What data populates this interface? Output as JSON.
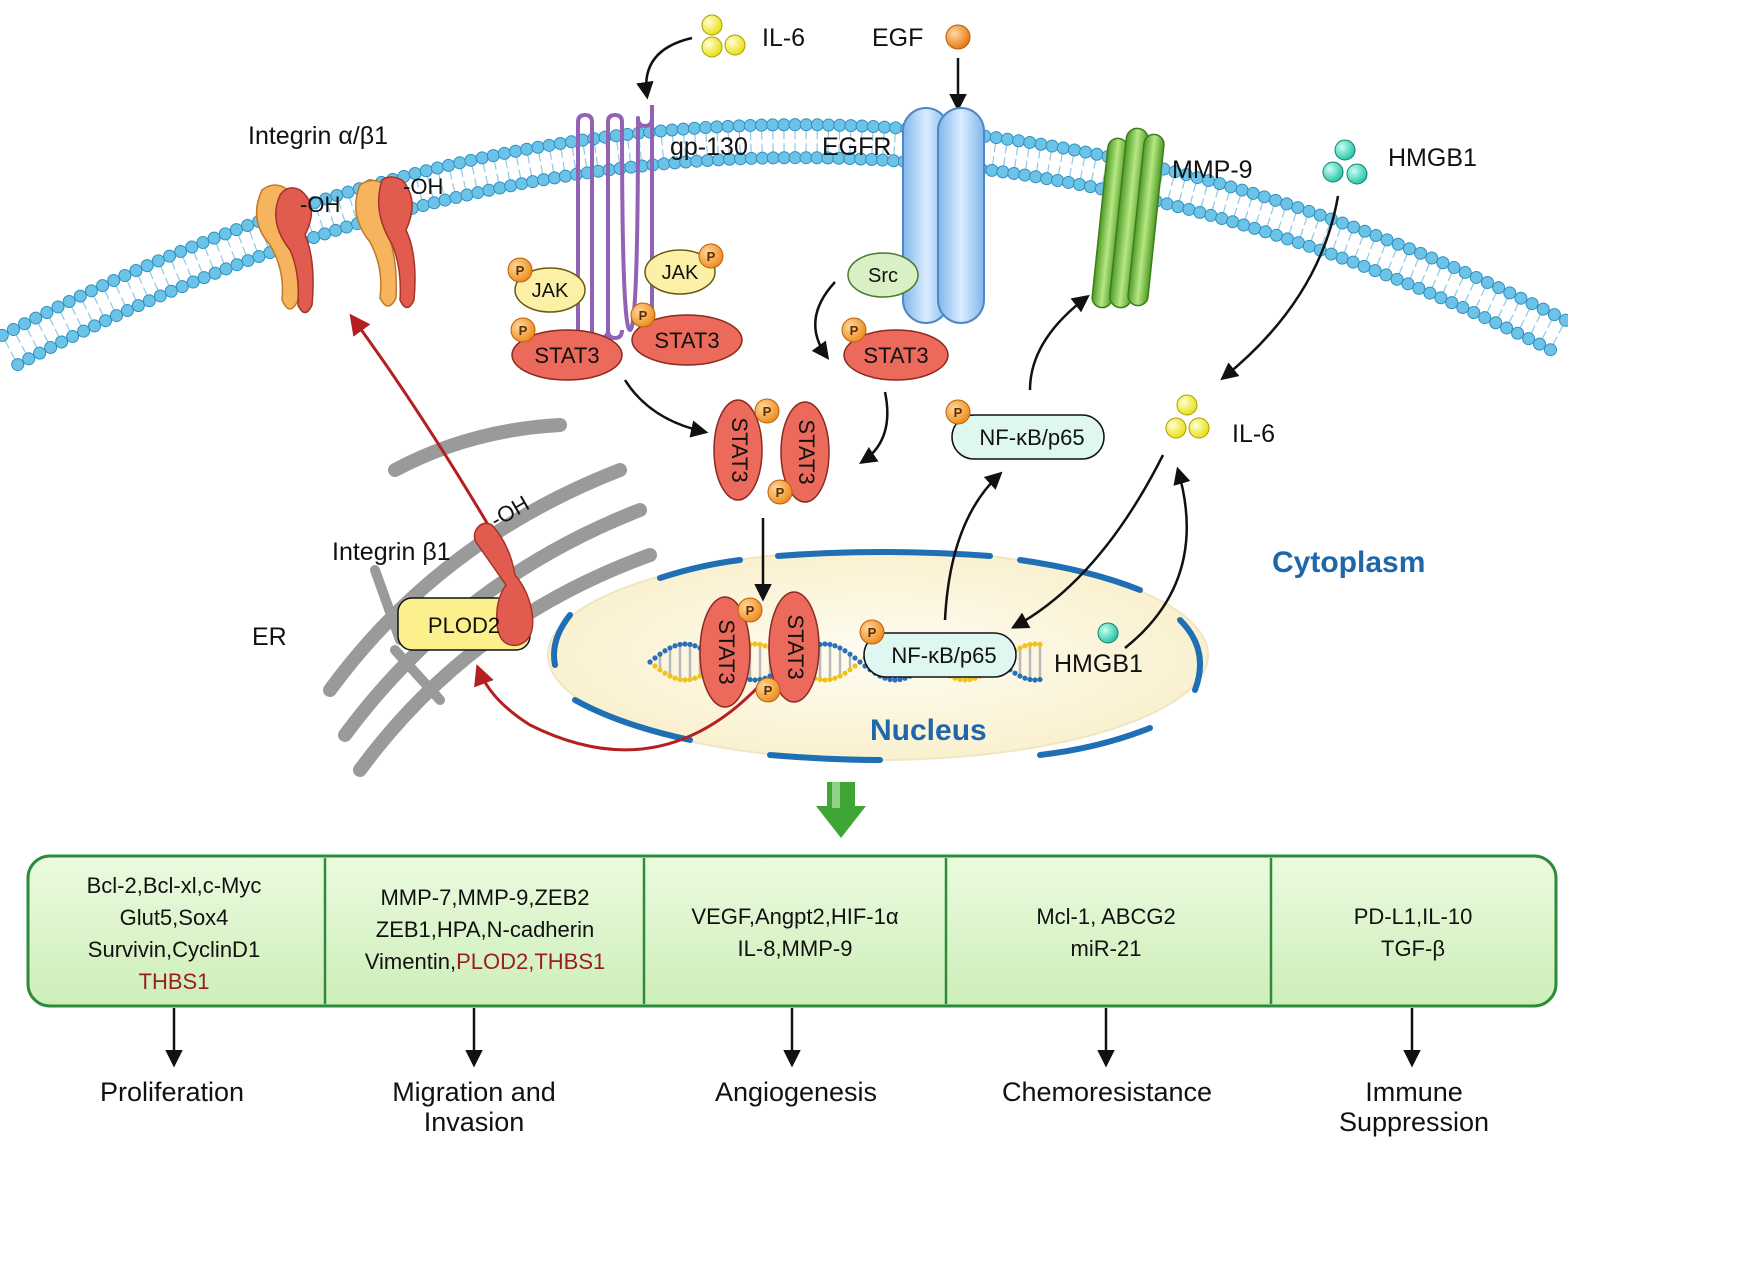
{
  "ligands": {
    "il6_top": "IL-6",
    "egf": "EGF",
    "hmgb1_top": "HMGB1",
    "il6_cyto": "IL-6",
    "hmgb1_nuc": "HMGB1"
  },
  "receptors": {
    "integrin_ab1": "Integrin α/β1",
    "oh1": "-OH",
    "oh2": "-OH",
    "oh3": "-OH",
    "gp130": "gp-130",
    "egfr": "EGFR",
    "mmp9": "MMP-9"
  },
  "signaling": {
    "jak": "JAK",
    "stat3": "STAT3",
    "src": "Src",
    "nfkb": "NF-κB/p65",
    "p": "P"
  },
  "organelles": {
    "er": "ER",
    "integrin_b1": "Integrin β1",
    "plod2": "PLOD2",
    "cytoplasm": "Cytoplasm",
    "nucleus": "Nucleus"
  },
  "gene_table": [
    {
      "lines": [
        {
          "text": "Bcl-2,Bcl-xl,c-Myc",
          "parts": []
        },
        {
          "text": "Glut5,Sox4",
          "parts": []
        },
        {
          "text": "Survivin,CyclinD1",
          "parts": []
        },
        {
          "text": "",
          "parts": [
            {
              "text": "THBS1",
              "red": true
            }
          ]
        }
      ],
      "outcome": [
        "Proliferation"
      ]
    },
    {
      "lines": [
        {
          "text": "MMP-7,MMP-9,ZEB2",
          "parts": []
        },
        {
          "text": "ZEB1,HPA,N-cadherin",
          "parts": []
        },
        {
          "text": "",
          "parts": [
            {
              "text": "Vimentin,",
              "red": false
            },
            {
              "text": "PLOD2,THBS1",
              "red": true
            }
          ]
        }
      ],
      "outcome": [
        "Migration and",
        "Invasion"
      ]
    },
    {
      "lines": [
        {
          "text": "VEGF,Angpt2,HIF-1α",
          "parts": []
        },
        {
          "text": "IL-8,MMP-9",
          "parts": []
        }
      ],
      "outcome": [
        "Angiogenesis"
      ]
    },
    {
      "lines": [
        {
          "text": "Mcl-1, ABCG2",
          "parts": []
        },
        {
          "text": "miR-21",
          "parts": []
        }
      ],
      "outcome": [
        "Chemoresistance"
      ]
    },
    {
      "lines": [
        {
          "text": "PD-L1,IL-10",
          "parts": []
        },
        {
          "text": "TGF-β",
          "parts": []
        }
      ],
      "outcome": [
        "Immune",
        "Suppression"
      ]
    }
  ],
  "colors": {
    "membrane": "#6cc3e8",
    "stat3": "#ec6a5c",
    "phospho": "#f39a2b",
    "jak": "#fbf0a6",
    "src": "#d9f0c6",
    "egfr": "#a9d0f5",
    "mmp9": "#7cc242",
    "nfkb": "#dff7f1",
    "plod2": "#fbf08c",
    "integrin_orange": "#f6b45e",
    "integrin_red": "#e15c4e",
    "il6_ball": "#f4ec2a",
    "egf_ball": "#f08a1e",
    "hmgb1_ball": "#33d3b6",
    "nucleus": "#fbf3d6",
    "nuclear_envelope": "#1f6fb5",
    "er": "#9a9a9a",
    "gene_box_fill": "#dff7cf",
    "gene_box_border": "#2e8b3a",
    "red_arrow": "#b51f1f",
    "green_arrow": "#3fa535"
  }
}
